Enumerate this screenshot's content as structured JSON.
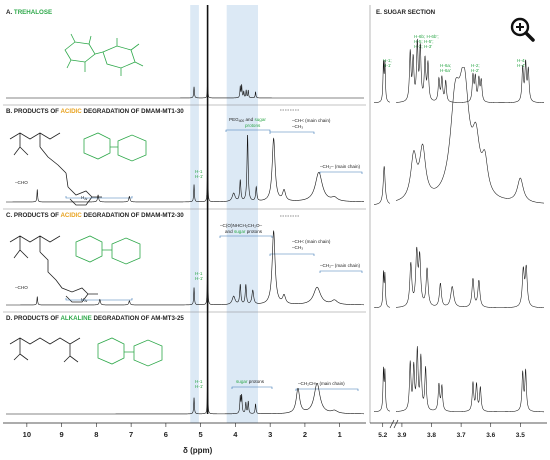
{
  "colors": {
    "accent_green": "#2ea84a",
    "accent_orange": "#e8a21f",
    "highlight": "#dce9f5",
    "trace": "#111111"
  },
  "zoom_icon": "magnifier-plus-icon",
  "panels": {
    "A": {
      "prefix": "A. ",
      "name": "TREHALOSE"
    },
    "B": {
      "prefix": "B. PRODUCTS OF ",
      "cond": "ACIDIC",
      "mid": " DEGRADATION OF ",
      "poly": "DMAM-MT1-30"
    },
    "C": {
      "prefix": "C. PRODUCTS OF ",
      "cond": "ACIDIC",
      "mid": " DEGRADATION OF ",
      "poly": "DMAM-MT2-30"
    },
    "D": {
      "prefix": "D. PRODUCTS OF ",
      "cond": "ALKALINE",
      "mid": " DEGRADATION OF ",
      "poly": "AM-MT3-25"
    },
    "E": {
      "name": "E. SUGAR SECTION"
    }
  },
  "annotations": {
    "B": {
      "peg": "PEG",
      "peg_sub": "400",
      "and": " and ",
      "sugar": "sugar",
      "protons": "protons",
      "ch_main": "–CH< (main chain)",
      "ch3": "–CH₃",
      "ch2_main": "–CH₂– (main chain)",
      "cho": "–CHO",
      "h1": "H-1",
      "h1p": "H-1'",
      "har": "H",
      "har_sub": "Ar"
    },
    "C": {
      "line1": "–C(O)NHCH₂CH₂O–",
      "and_sugar": "sugar",
      "and_pre": "and ",
      "and_post": " protons",
      "ch_main": "–CH< (main chain)",
      "ch3": "–CH₃",
      "ch2_main": "–CH₂– (main chain)",
      "cho": "–CHO",
      "h1": "H-1",
      "h1p": "H-1'",
      "har": "H",
      "har_sub": "Ar"
    },
    "D": {
      "sugar": "sugar",
      "protons": " protons",
      "chch2": "–CH₂CH– (main chain)",
      "h1": "H-1",
      "h1p": "H-1'"
    },
    "E": {
      "g1": [
        "H-1;",
        "H-1'"
      ],
      "g2": [
        "H-6b; H-6b';",
        "H-5; H-5';",
        "H-3; H-3'"
      ],
      "g3": [
        "H-6a;",
        "H-6a'"
      ],
      "g4": [
        "H-2;",
        "H-2'"
      ],
      "g5": [
        "H-4;",
        "H-4'"
      ]
    }
  },
  "chart_data": [
    {
      "type": "line",
      "title": "",
      "xlabel": "δ (ppm)",
      "ylabel": "",
      "xlim": [
        10.6,
        0.3
      ],
      "x_reversed": true,
      "xticks": [
        10,
        9,
        8,
        7,
        6,
        5,
        4,
        3,
        2,
        1
      ],
      "highlight_regions_ppm": [
        [
          5.3,
          5.05
        ],
        [
          4.25,
          3.35
        ]
      ],
      "series": [
        {
          "peaks": [
            {
              "x": 5.19,
              "h": 0.45,
              "w": 0.012
            },
            {
              "x": 4.8,
              "h": 1.0,
              "w": 0.008
            },
            {
              "x": 3.86,
              "h": 0.45,
              "w": 0.012
            },
            {
              "x": 3.82,
              "h": 0.5,
              "w": 0.012
            },
            {
              "x": 3.76,
              "h": 0.25,
              "w": 0.012
            },
            {
              "x": 3.69,
              "h": 0.3,
              "w": 0.012
            },
            {
              "x": 3.63,
              "h": 0.3,
              "w": 0.012
            },
            {
              "x": 3.42,
              "h": 0.25,
              "w": 0.012
            }
          ]
        },
        {
          "peaks": [
            {
              "x": 9.7,
              "h": 0.18,
              "w": 0.012
            },
            {
              "x": 7.95,
              "h": 0.1,
              "w": 0.02
            },
            {
              "x": 7.05,
              "h": 0.08,
              "w": 0.02
            },
            {
              "x": 5.19,
              "h": 0.25,
              "w": 0.012
            },
            {
              "x": 4.8,
              "h": 1.0,
              "w": 0.008
            },
            {
              "x": 4.05,
              "h": 0.12,
              "w": 0.05
            },
            {
              "x": 3.86,
              "h": 0.3,
              "w": 0.02
            },
            {
              "x": 3.65,
              "h": 0.95,
              "w": 0.02
            },
            {
              "x": 3.4,
              "h": 0.2,
              "w": 0.02
            },
            {
              "x": 2.9,
              "h": 0.9,
              "w": 0.05
            },
            {
              "x": 2.6,
              "h": 0.15,
              "w": 0.05
            },
            {
              "x": 1.6,
              "h": 0.42,
              "w": 0.12
            },
            {
              "x": 1.15,
              "h": 0.05,
              "w": 0.1
            }
          ]
        },
        {
          "peaks": [
            {
              "x": 9.7,
              "h": 0.12,
              "w": 0.012
            },
            {
              "x": 7.9,
              "h": 0.08,
              "w": 0.02
            },
            {
              "x": 7.05,
              "h": 0.06,
              "w": 0.02
            },
            {
              "x": 5.19,
              "h": 0.25,
              "w": 0.012
            },
            {
              "x": 4.8,
              "h": 1.0,
              "w": 0.008
            },
            {
              "x": 4.05,
              "h": 0.12,
              "w": 0.05
            },
            {
              "x": 3.86,
              "h": 0.28,
              "w": 0.02
            },
            {
              "x": 3.7,
              "h": 0.28,
              "w": 0.02
            },
            {
              "x": 3.5,
              "h": 0.2,
              "w": 0.03
            },
            {
              "x": 2.9,
              "h": 1.05,
              "w": 0.05
            },
            {
              "x": 2.6,
              "h": 0.12,
              "w": 0.05
            },
            {
              "x": 1.65,
              "h": 0.25,
              "w": 0.12
            },
            {
              "x": 1.15,
              "h": 0.06,
              "w": 0.1
            }
          ]
        },
        {
          "peaks": [
            {
              "x": 5.19,
              "h": 0.3,
              "w": 0.012
            },
            {
              "x": 4.8,
              "h": 1.0,
              "w": 0.008
            },
            {
              "x": 3.86,
              "h": 0.3,
              "w": 0.015
            },
            {
              "x": 3.82,
              "h": 0.32,
              "w": 0.015
            },
            {
              "x": 3.7,
              "h": 0.2,
              "w": 0.015
            },
            {
              "x": 3.63,
              "h": 0.22,
              "w": 0.015
            },
            {
              "x": 3.42,
              "h": 0.18,
              "w": 0.015
            },
            {
              "x": 2.2,
              "h": 0.45,
              "w": 0.06
            },
            {
              "x": 1.65,
              "h": 0.55,
              "w": 0.1
            },
            {
              "x": 1.15,
              "h": 0.05,
              "w": 0.1
            }
          ]
        }
      ]
    },
    {
      "type": "line",
      "title": "E. SUGAR SECTION",
      "xlim": [
        5.26,
        3.42
      ],
      "x_reversed": true,
      "axis_break_after_ppm": 5.15,
      "xticks": [
        5.2,
        3.9,
        3.8,
        3.7,
        3.6,
        3.5
      ],
      "series": [
        {
          "peaks": [
            {
              "x": 5.195,
              "h": 0.5,
              "w": 0.004
            },
            {
              "x": 5.185,
              "h": 0.5,
              "w": 0.004
            },
            {
              "x": 3.872,
              "h": 0.65,
              "w": 0.003
            },
            {
              "x": 3.862,
              "h": 0.55,
              "w": 0.003
            },
            {
              "x": 3.848,
              "h": 0.75,
              "w": 0.003
            },
            {
              "x": 3.838,
              "h": 0.7,
              "w": 0.003
            },
            {
              "x": 3.822,
              "h": 0.55,
              "w": 0.003
            },
            {
              "x": 3.812,
              "h": 0.5,
              "w": 0.003
            },
            {
              "x": 3.775,
              "h": 0.3,
              "w": 0.003
            },
            {
              "x": 3.765,
              "h": 0.32,
              "w": 0.003
            },
            {
              "x": 3.752,
              "h": 0.28,
              "w": 0.003
            },
            {
              "x": 3.66,
              "h": 0.35,
              "w": 0.003
            },
            {
              "x": 3.652,
              "h": 0.32,
              "w": 0.003
            },
            {
              "x": 3.64,
              "h": 0.3,
              "w": 0.003
            },
            {
              "x": 3.632,
              "h": 0.28,
              "w": 0.003
            },
            {
              "x": 3.492,
              "h": 0.45,
              "w": 0.003
            },
            {
              "x": 3.482,
              "h": 0.5,
              "w": 0.003
            },
            {
              "x": 3.473,
              "h": 0.42,
              "w": 0.003
            }
          ]
        },
        {
          "peaks": [
            {
              "x": 5.19,
              "h": 0.35,
              "w": 0.008
            },
            {
              "x": 3.86,
              "h": 0.4,
              "w": 0.012
            },
            {
              "x": 3.83,
              "h": 0.45,
              "w": 0.012
            },
            {
              "x": 3.72,
              "h": 0.8,
              "w": 0.02
            },
            {
              "x": 3.69,
              "h": 0.95,
              "w": 0.02
            },
            {
              "x": 3.65,
              "h": 0.45,
              "w": 0.015
            },
            {
              "x": 3.62,
              "h": 0.3,
              "w": 0.012
            },
            {
              "x": 3.5,
              "h": 0.22,
              "w": 0.012
            }
          ]
        },
        {
          "peaks": [
            {
              "x": 5.195,
              "h": 0.35,
              "w": 0.004
            },
            {
              "x": 5.185,
              "h": 0.33,
              "w": 0.004
            },
            {
              "x": 3.87,
              "h": 0.45,
              "w": 0.004
            },
            {
              "x": 3.85,
              "h": 0.55,
              "w": 0.004
            },
            {
              "x": 3.84,
              "h": 0.5,
              "w": 0.004
            },
            {
              "x": 3.815,
              "h": 0.4,
              "w": 0.004
            },
            {
              "x": 3.77,
              "h": 0.25,
              "w": 0.004
            },
            {
              "x": 3.73,
              "h": 0.22,
              "w": 0.006
            },
            {
              "x": 3.66,
              "h": 0.3,
              "w": 0.004
            },
            {
              "x": 3.64,
              "h": 0.28,
              "w": 0.004
            },
            {
              "x": 3.49,
              "h": 0.38,
              "w": 0.004
            },
            {
              "x": 3.48,
              "h": 0.4,
              "w": 0.004
            }
          ]
        },
        {
          "peaks": [
            {
              "x": 5.195,
              "h": 0.42,
              "w": 0.004
            },
            {
              "x": 5.185,
              "h": 0.4,
              "w": 0.004
            },
            {
              "x": 3.872,
              "h": 0.5,
              "w": 0.003
            },
            {
              "x": 3.86,
              "h": 0.45,
              "w": 0.003
            },
            {
              "x": 3.848,
              "h": 0.62,
              "w": 0.003
            },
            {
              "x": 3.836,
              "h": 0.55,
              "w": 0.003
            },
            {
              "x": 3.82,
              "h": 0.45,
              "w": 0.003
            },
            {
              "x": 3.775,
              "h": 0.28,
              "w": 0.003
            },
            {
              "x": 3.765,
              "h": 0.26,
              "w": 0.003
            },
            {
              "x": 3.66,
              "h": 0.3,
              "w": 0.003
            },
            {
              "x": 3.648,
              "h": 0.28,
              "w": 0.003
            },
            {
              "x": 3.635,
              "h": 0.25,
              "w": 0.003
            },
            {
              "x": 3.492,
              "h": 0.4,
              "w": 0.003
            },
            {
              "x": 3.482,
              "h": 0.42,
              "w": 0.003
            }
          ]
        }
      ]
    }
  ]
}
